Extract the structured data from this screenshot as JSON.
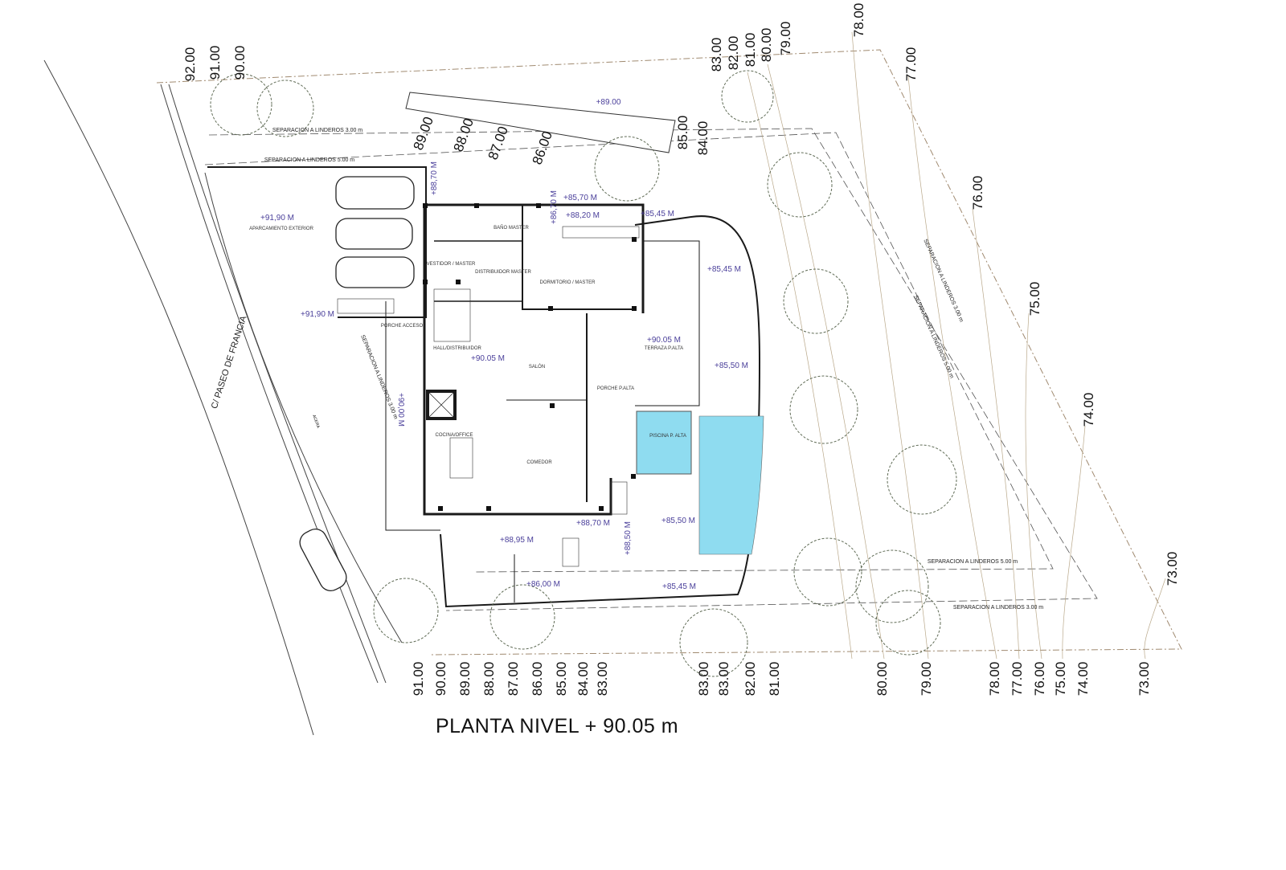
{
  "title": "PLANTA  NIVEL + 90.05 m",
  "street": "C/ PASEO DE FRANCIA",
  "street_small": "ACERA",
  "colors": {
    "pool": "#8fdcf0",
    "elevation_text": "#4a3f9a",
    "trees": "#5f6b55",
    "contours": "#b9a88a",
    "walls": "#1a1a1a"
  },
  "contours_top": [
    "92.00",
    "91.00",
    "90.00",
    "89.00",
    "88.00",
    "87.00",
    "86.00",
    "85.00",
    "84.00",
    "83.00",
    "82.00",
    "81.00",
    "80.00",
    "79.00",
    "78.00",
    "77.00",
    "76.00",
    "75.00",
    "74.00",
    "73.00"
  ],
  "contours_bottom": [
    "91.00",
    "90.00",
    "89.00",
    "88.00",
    "87.00",
    "86.00",
    "85.00",
    "84.00",
    "83.00",
    "83.00",
    "83.00",
    "82.00",
    "81.00",
    "80.00",
    "79.00",
    "78.00",
    "77.00",
    "76.00",
    "75.00",
    "74.00",
    "73.00"
  ],
  "elevations": [
    "+89.00",
    "+91,90 M",
    "+91,90 M",
    "+88,70 M",
    "+85,70 M",
    "+88,20 M",
    "+86,70 M",
    "+85,45 M",
    "+85,45 M",
    "+90.05 M",
    "+85,50 M",
    "+90.05 M",
    "+90,00 M",
    "+85,50 M",
    "+88,70 M",
    "+88,50 M",
    "+88,95 M",
    "+86,00 M",
    "+85,45 M"
  ],
  "rooms": [
    "VESTIDOR / MASTER",
    "BAÑO MASTER",
    "DISTRIBUIDOR MASTER",
    "DORMITORIO / MASTER",
    "PORCHE ACCESO",
    "HALL/DISTRIBUIDOR",
    "SALÓN",
    "TERRAZA P.ALTA",
    "PORCHE P.ALTA",
    "COCINA/OFFICE",
    "COMEDOR",
    "PISCINA P. ALTA",
    "APARCAMIENTO EXTERIOR"
  ],
  "setbacks": [
    "SEPARACION A LINDEROS 3.00 m",
    "SEPARACION A LINDEROS 5.00 m",
    "SEPARACION A LINDEROS 3.00 m",
    "SEPARACION A LINDEROS 3.00 m",
    "SEPARACION A LINDEROS 5.00 m",
    "SEPARACION A LINDEROS 5.00 m",
    "SEPARACION A LINDEROS 3.00 m"
  ]
}
